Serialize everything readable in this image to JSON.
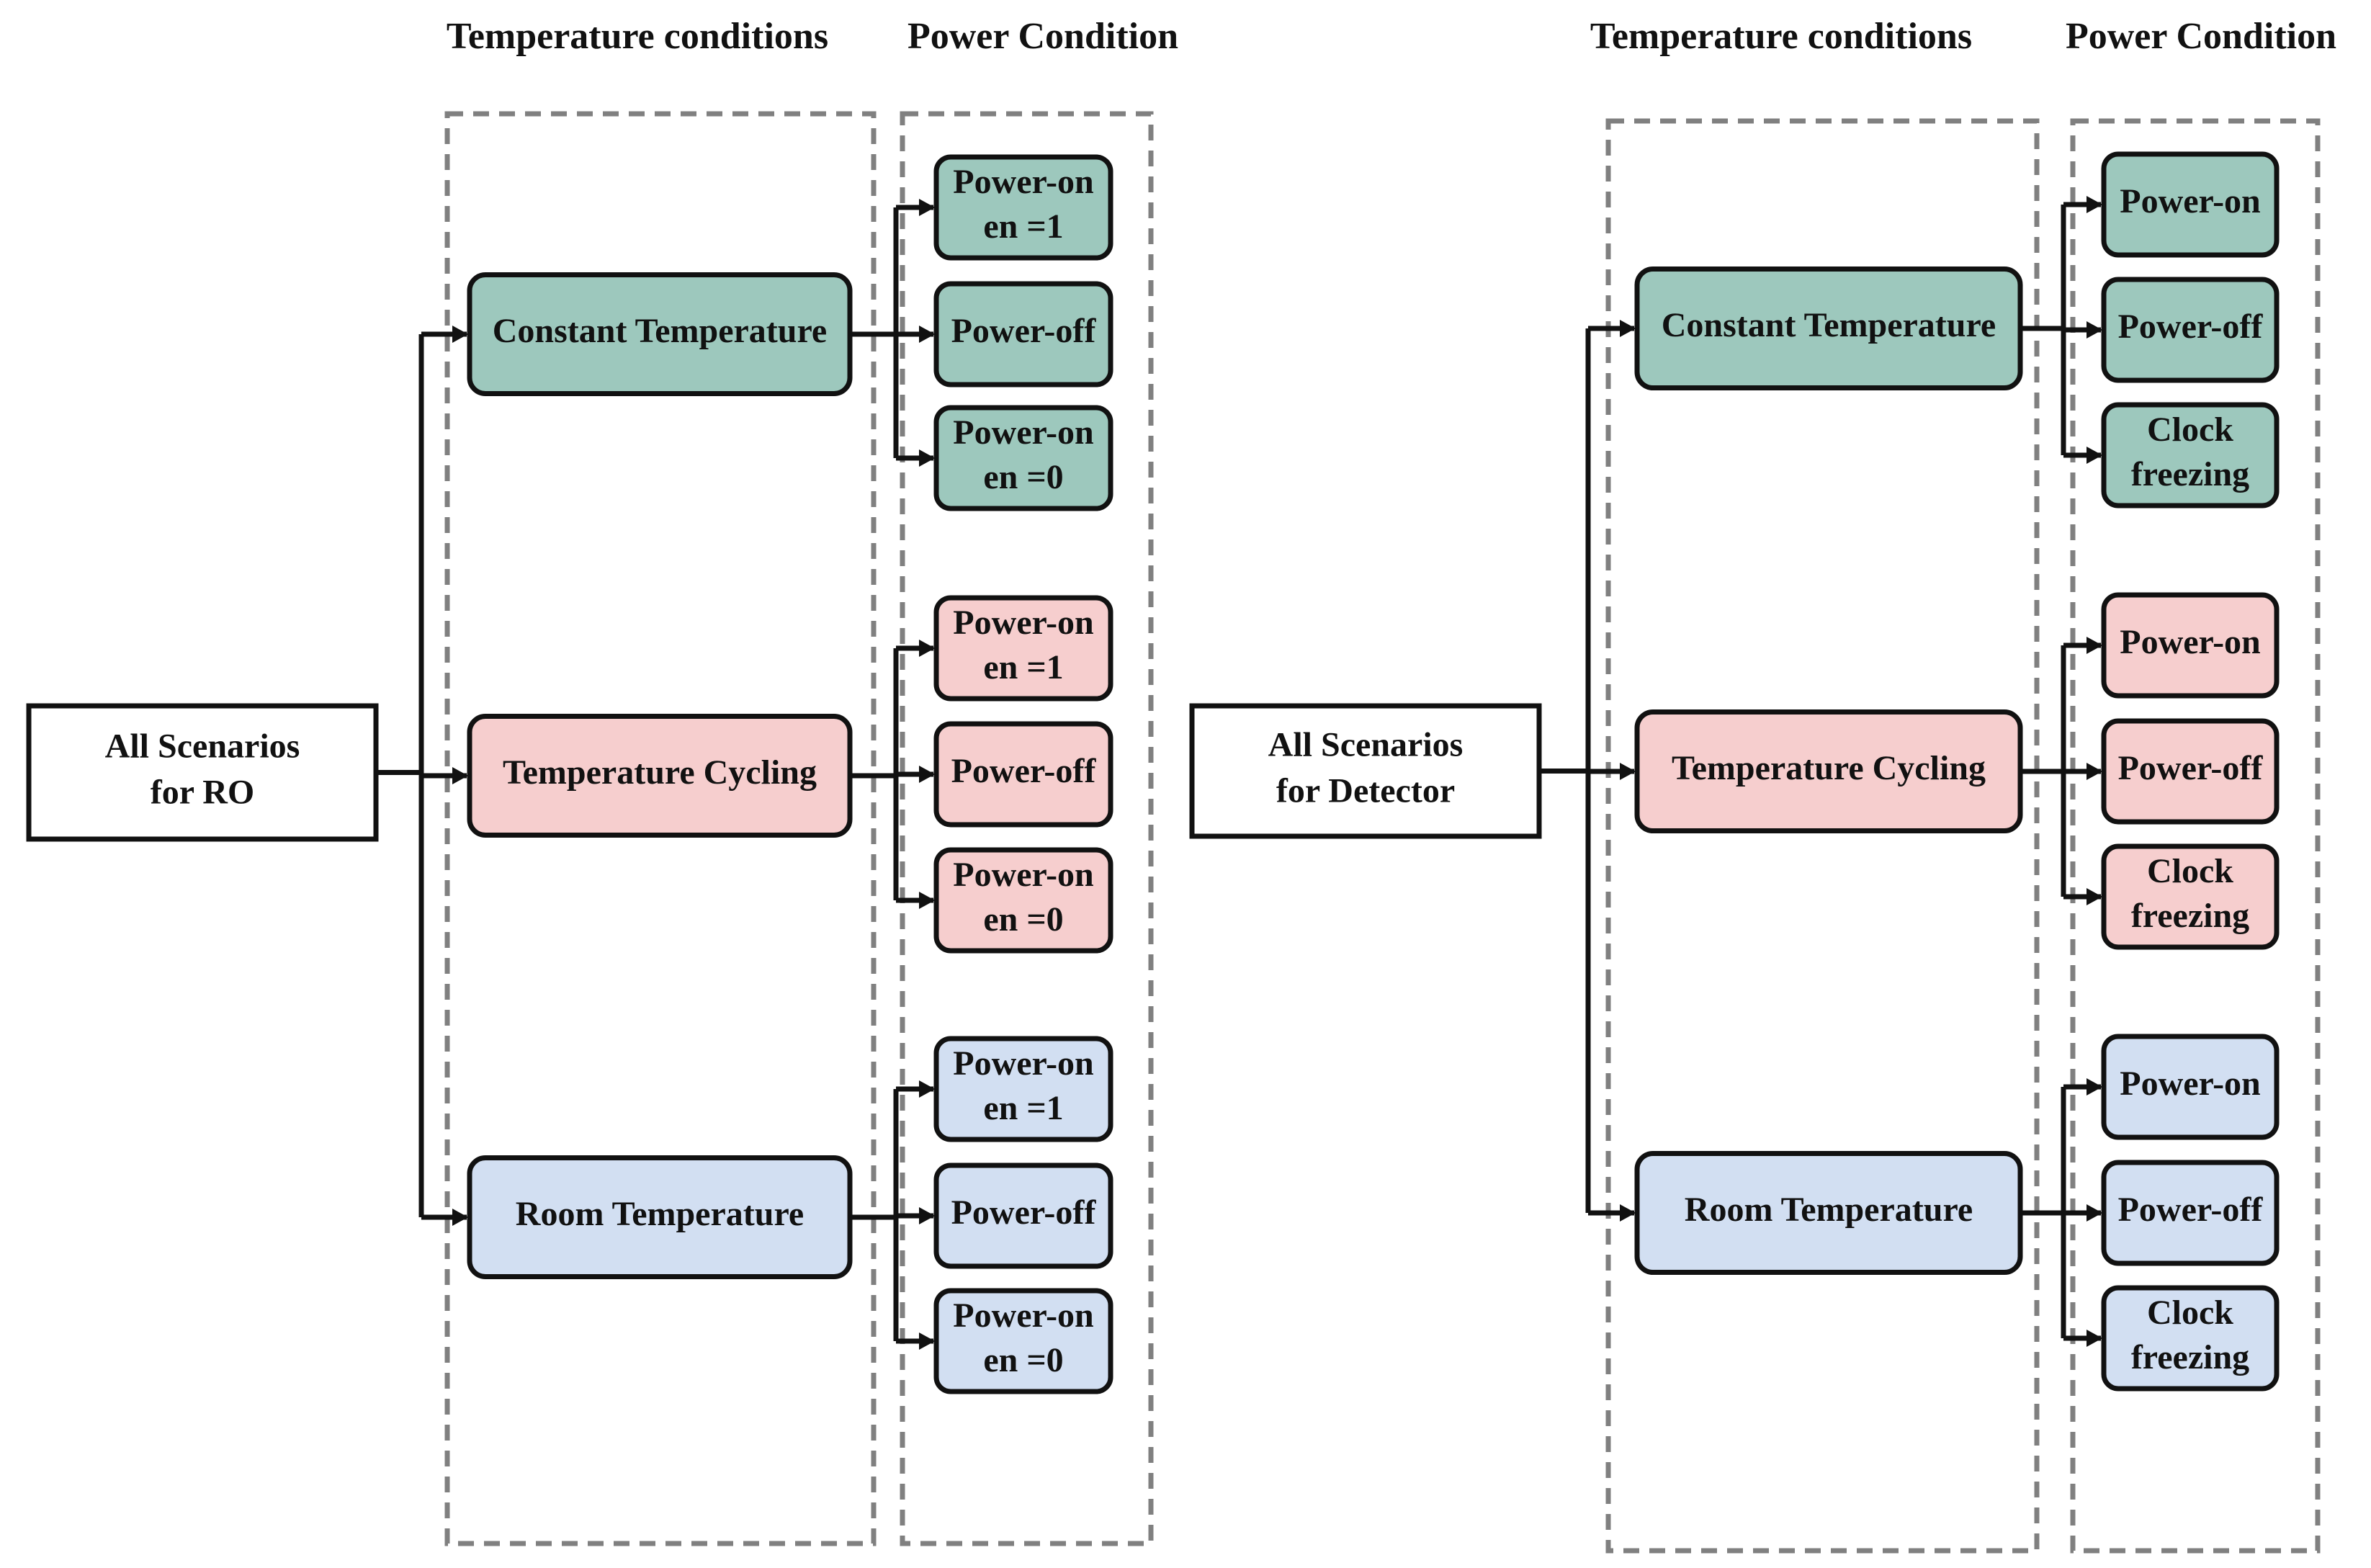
{
  "colors": {
    "constant": "#9dc8bd",
    "cycling": "#f6cece",
    "room": "#d2dff2",
    "root": "#ffffff",
    "dashed_border": "#808080"
  },
  "left": {
    "header_temperature": "Temperature conditions",
    "header_power": "Power Condition",
    "root": [
      "All Scenarios",
      "for RO"
    ],
    "groups": [
      {
        "temperature": "Constant Temperature",
        "color_key": "constant",
        "power": [
          [
            "Power-on",
            "en =1"
          ],
          [
            "Power-off"
          ],
          [
            "Power-on",
            "en =0"
          ]
        ]
      },
      {
        "temperature": "Temperature Cycling",
        "color_key": "cycling",
        "power": [
          [
            "Power-on",
            "en =1"
          ],
          [
            "Power-off"
          ],
          [
            "Power-on",
            "en =0"
          ]
        ]
      },
      {
        "temperature": "Room Temperature",
        "color_key": "room",
        "power": [
          [
            "Power-on",
            "en =1"
          ],
          [
            "Power-off"
          ],
          [
            "Power-on",
            "en =0"
          ]
        ]
      }
    ]
  },
  "right": {
    "header_temperature": "Temperature conditions",
    "header_power": "Power Condition",
    "root": [
      "All Scenarios",
      "for Detector"
    ],
    "groups": [
      {
        "temperature": "Constant Temperature",
        "color_key": "constant",
        "power": [
          [
            "Power-on"
          ],
          [
            "Power-off"
          ],
          [
            "Clock",
            "freezing"
          ]
        ]
      },
      {
        "temperature": "Temperature Cycling",
        "color_key": "cycling",
        "power": [
          [
            "Power-on"
          ],
          [
            "Power-off"
          ],
          [
            "Clock",
            "freezing"
          ]
        ]
      },
      {
        "temperature": "Room Temperature",
        "color_key": "room",
        "power": [
          [
            "Power-on"
          ],
          [
            "Power-off"
          ],
          [
            "Clock",
            "freezing"
          ]
        ]
      }
    ]
  }
}
